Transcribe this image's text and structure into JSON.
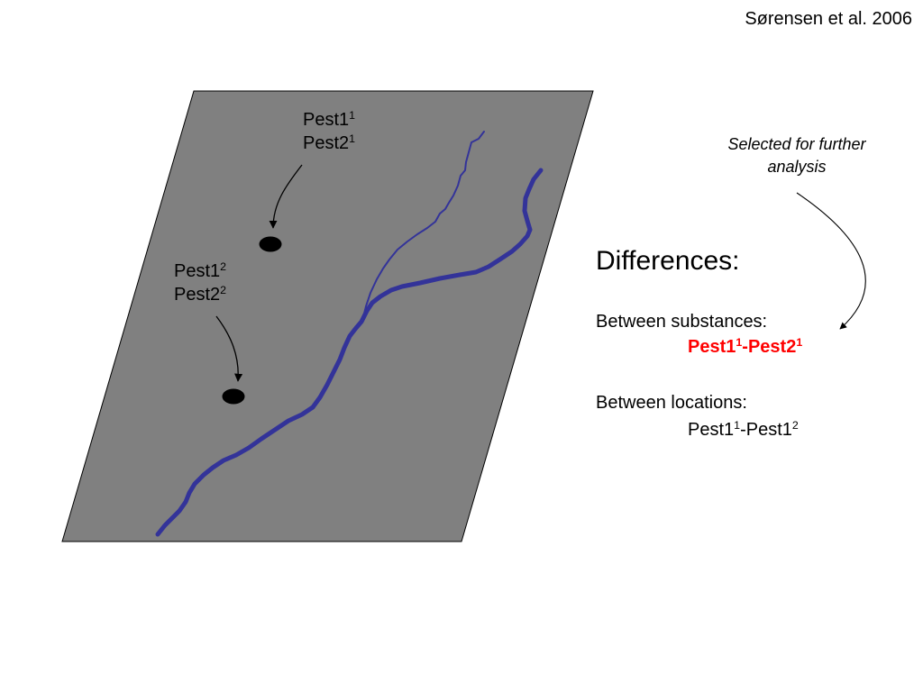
{
  "citation": "Sørensen et al. 2006",
  "site_upper": {
    "line1": {
      "base": "Pest1",
      "sup": "1"
    },
    "line2": {
      "base": "Pest2",
      "sup": "1"
    }
  },
  "site_lower": {
    "line1": {
      "base": "Pest1",
      "sup": "2"
    },
    "line2": {
      "base": "Pest2",
      "sup": "2"
    }
  },
  "annotation": "Selected for further analysis",
  "differences": {
    "title": "Differences:",
    "substances": {
      "label": "Between substances:",
      "a": "Pest1",
      "a_sup": "1",
      "sep": "-",
      "b": "Pest2",
      "b_sup": "1"
    },
    "locations": {
      "label": "Between locations:",
      "a": "Pest1",
      "a_sup": "1",
      "sep": "-",
      "b": "Pest1",
      "b_sup": "2"
    }
  },
  "colors": {
    "field": "#808080",
    "river": "#333399",
    "highlight": "#ff0000",
    "text": "#000000"
  }
}
